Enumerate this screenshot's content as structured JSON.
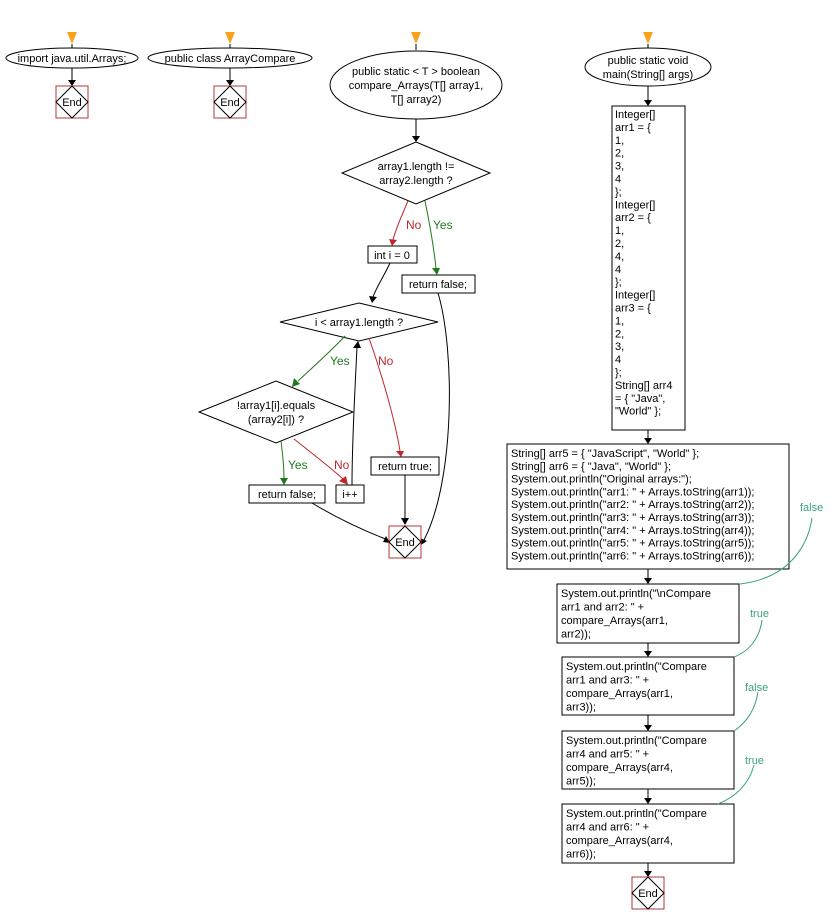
{
  "nodes": {
    "import_stmt": "import java.util.Arrays;",
    "class_decl": "public class ArrayCompare",
    "method_sig": [
      "public static < T > boolean",
      "compare_Arrays(T[] array1,",
      "T[] array2)"
    ],
    "cond_length": [
      "array1.length !=",
      "array2.length ?"
    ],
    "init_i": "int i = 0",
    "return_false_1": "return false;",
    "cond_loop": "i < array1.length ?",
    "cond_equals": [
      "!array1[i].equals",
      "(array2[i]) ?"
    ],
    "return_false_2": "return false;",
    "incr_i": "i++",
    "return_true": "return true;",
    "main_sig": [
      "public static void",
      "main(String[] args)"
    ],
    "decl_block": [
      "Integer[]",
      "arr1 = {",
      " 1,",
      " 2,",
      " 3,",
      " 4",
      "};",
      "Integer[]",
      "arr2 = {",
      " 1,",
      " 2,",
      " 4,",
      " 4",
      "};",
      "Integer[]",
      "arr3 = {",
      " 1,",
      " 2,",
      " 3,",
      " 4",
      "};",
      "String[] arr4",
      "= { \"Java\",",
      "\"World\" };"
    ],
    "print_block": [
      "String[] arr5 = { \"JavaScript\", \"World\" };",
      "String[] arr6 = { \"Java\", \"World\" };",
      "System.out.println(\"Original arrays:\");",
      "System.out.println(\"arr1: \" + Arrays.toString(arr1));",
      "System.out.println(\"arr2: \" + Arrays.toString(arr2));",
      "System.out.println(\"arr3: \" + Arrays.toString(arr3));",
      "System.out.println(\"arr4: \" + Arrays.toString(arr4));",
      "System.out.println(\"arr5: \" + Arrays.toString(arr5));",
      "System.out.println(\"arr6: \" + Arrays.toString(arr6));"
    ],
    "cmp_12": [
      "System.out.println(\"\\nCompare",
      "arr1 and arr2: \" +",
      "compare_Arrays(arr1,",
      "arr2));"
    ],
    "cmp_13": [
      "System.out.println(\"Compare",
      "arr1 and arr3: \" +",
      "compare_Arrays(arr1,",
      "arr3));"
    ],
    "cmp_45": [
      "System.out.println(\"Compare",
      "arr4 and arr5: \" +",
      "compare_Arrays(arr4,",
      "arr5));"
    ],
    "cmp_46": [
      "System.out.println(\"Compare",
      "arr4 and arr6: \" +",
      "compare_Arrays(arr4,",
      "arr6));"
    ],
    "end_label": "End"
  },
  "edge_labels": {
    "yes": "Yes",
    "no": "No"
  },
  "notes": [
    "false",
    "true",
    "false",
    "true"
  ],
  "colors": {
    "start": "#f7a21b",
    "end_border": "#b23a3a",
    "yes": "#1f7a1f",
    "no": "#c0272d",
    "note": "#3aa37a"
  }
}
